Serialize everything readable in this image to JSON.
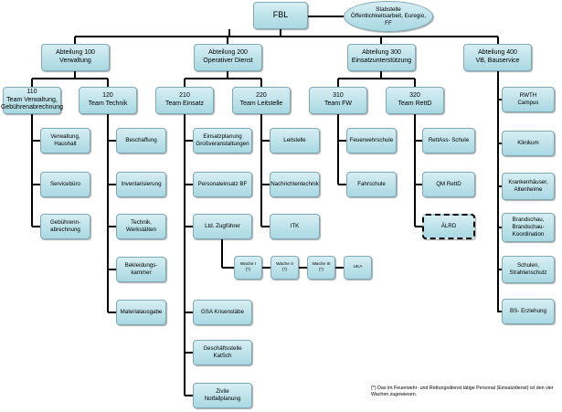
{
  "nodes": {
    "fbl": "FBL",
    "stabstelle": "Stabstelle\nÖffentlichkeitsarbeit, Euregio,\nFF",
    "abt100": "Abteilung 100\nVerwaltung",
    "abt200": "Abteilung 200\nOperativer Dienst",
    "abt300": "Abteilung 300\nEinsatzunterstützung",
    "abt400": "Abteilung 400\nVB, Bauservice",
    "t110": "110\nTeam Verwaltung,\nGebührenabrechnung",
    "t120": "120\nTeam Technik",
    "t210": "210\nTeam Einsatz",
    "t220": "220\nTeam Leitstelle",
    "t310": "310\nTeam  FW",
    "t320": "320\nTeam RettD",
    "verwaltung_haushalt": "Verwaltung,\nHaushalt",
    "servicebuero": "Servicebüro",
    "gebuehren": "Gebührenn-\nabrechnung",
    "beschaffung": "Beschaffung",
    "inventarisierung": "Inventarisierung",
    "technik_werkstaetten": "Technik, Werkstätten",
    "bekleidung": "Bekleidungs-\nkammer",
    "material": "Materialausgabe",
    "einsatzplanung": "Einsatzplanung\nGroßveranstaltungen",
    "personaleinsatz": "Personaleinsatz BF",
    "zugfuehrer": "Ltd. Zugführer",
    "gsa": "GSA Krisenstäbe",
    "geschaeftsstelle": "Geschäftsstelle\nKatSch",
    "zivile": "Zivile\nNotfallplanung",
    "wache1": "Wache I\n(*)",
    "wache2": "Wache II\n(*)",
    "wache3": "Wache III\n(*)",
    "uka": "UKA",
    "leitstelle": "Leitstelle",
    "nachrichtentechnik": "Nachrichtentechnik",
    "itk": "ITK",
    "feuerwehrschule": "Feuerwehrschule",
    "fahrschule": "Fahrschule",
    "rettass": "RettAss- Schule",
    "qm": "QM RettD",
    "alrd": "ÄLRD",
    "rwth": "RWTH\nCampus",
    "klinikum": "Klinikum",
    "krankenhaeuser": "Krankenhäuser,\nAltenheime",
    "brandschau": "Brandschau,\nBrandschau-\nKoordination",
    "schulen": "Schulen,\nStrahlenschutz",
    "bs_erziehung": "BS- Erziehung"
  },
  "footnote": "(*) Das im Feuerwehr- und Rettungsdienst tätige Personal (Einsatzdienst) ist den vier Wachen zugewiesen.",
  "colors": {
    "box_top": "#d6eef3",
    "box_bottom": "#a9d8e2",
    "line": "#000000"
  }
}
